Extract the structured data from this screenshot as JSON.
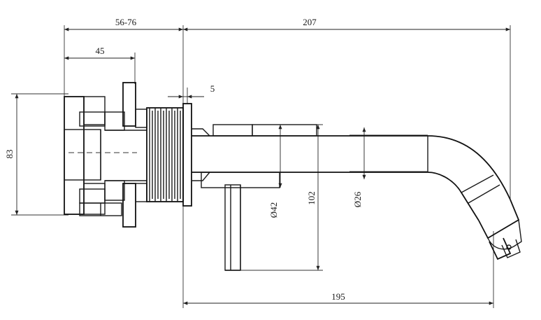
{
  "dimensions": {
    "depth_range": "56-76",
    "total_length": "207",
    "body_depth": "45",
    "plate_thickness": "5",
    "body_height": "83",
    "handle_diameter": "Ø42",
    "overall_height": "102",
    "spout_diameter": "Ø26",
    "spout_reach": "195"
  }
}
